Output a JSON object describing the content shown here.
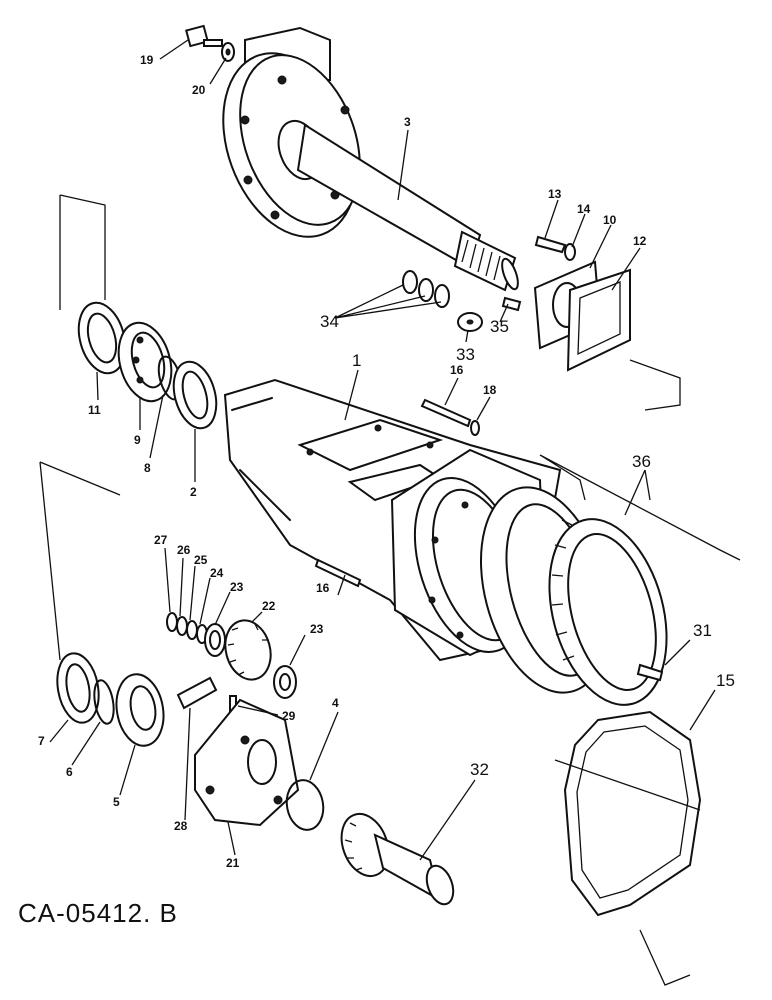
{
  "drawing_number": "CA-05412. B",
  "callouts": {
    "c1": "1",
    "c2": "2",
    "c3": "3",
    "c4": "4",
    "c5": "5",
    "c6": "6",
    "c7": "7",
    "c8": "8",
    "c9": "9",
    "c10": "10",
    "c11": "11",
    "c12": "12",
    "c13": "13",
    "c14": "14",
    "c15": "15",
    "c16a": "16",
    "c16b": "16",
    "c18": "18",
    "c19": "19",
    "c20": "20",
    "c21": "21",
    "c22": "22",
    "c23a": "23",
    "c23b": "23",
    "c24": "24",
    "c25": "25",
    "c26": "26",
    "c27": "27",
    "c28": "28",
    "c29": "29",
    "c31": "31",
    "c32": "32",
    "c33": "33",
    "c34": "34",
    "c35": "35",
    "c36": "36"
  }
}
